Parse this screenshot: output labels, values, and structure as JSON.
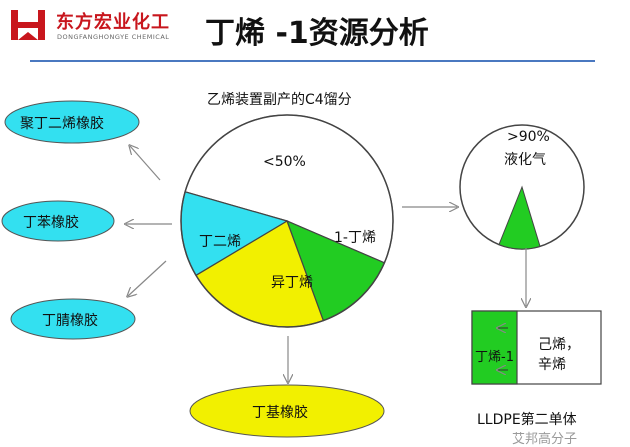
{
  "header": {
    "company_cn": "东方宏业化工",
    "company_en": "DONGFANGHONGYE CHEMICAL",
    "title": "丁烯 -1资源分析"
  },
  "pie": {
    "caption": "乙烯装置副产的C4馏分",
    "slices": [
      {
        "label": "<50%",
        "share": 0.52,
        "color": "#ffffff"
      },
      {
        "label": "1-丁烯",
        "share": 0.13,
        "color": "#22cc22"
      },
      {
        "label": "异丁烯",
        "share": 0.22,
        "color": "#f2f000"
      },
      {
        "label": "丁二烯",
        "share": 0.13,
        "color": "#33e0f0"
      }
    ]
  },
  "products": [
    {
      "label": "聚丁二烯橡胶",
      "color": "#33e0f0"
    },
    {
      "label": "丁苯橡胶",
      "color": "#33e0f0"
    },
    {
      "label": "丁腈橡胶",
      "color": "#33e0f0"
    },
    {
      "label": "丁基橡胶",
      "color": "#f2f000"
    }
  ],
  "lpg_pie": {
    "label_pct": ">90%",
    "label_name": "液化气",
    "colors": {
      "main": "#ffffff",
      "slice": "#22cc22"
    }
  },
  "lldpe": {
    "left_label": "丁烯-1",
    "right_label_1": "己烯，",
    "right_label_2": "辛烯",
    "caption": "LLDPE第二单体",
    "colors": {
      "left": "#22cc22"
    }
  },
  "watermark": "艾邦高分子"
}
